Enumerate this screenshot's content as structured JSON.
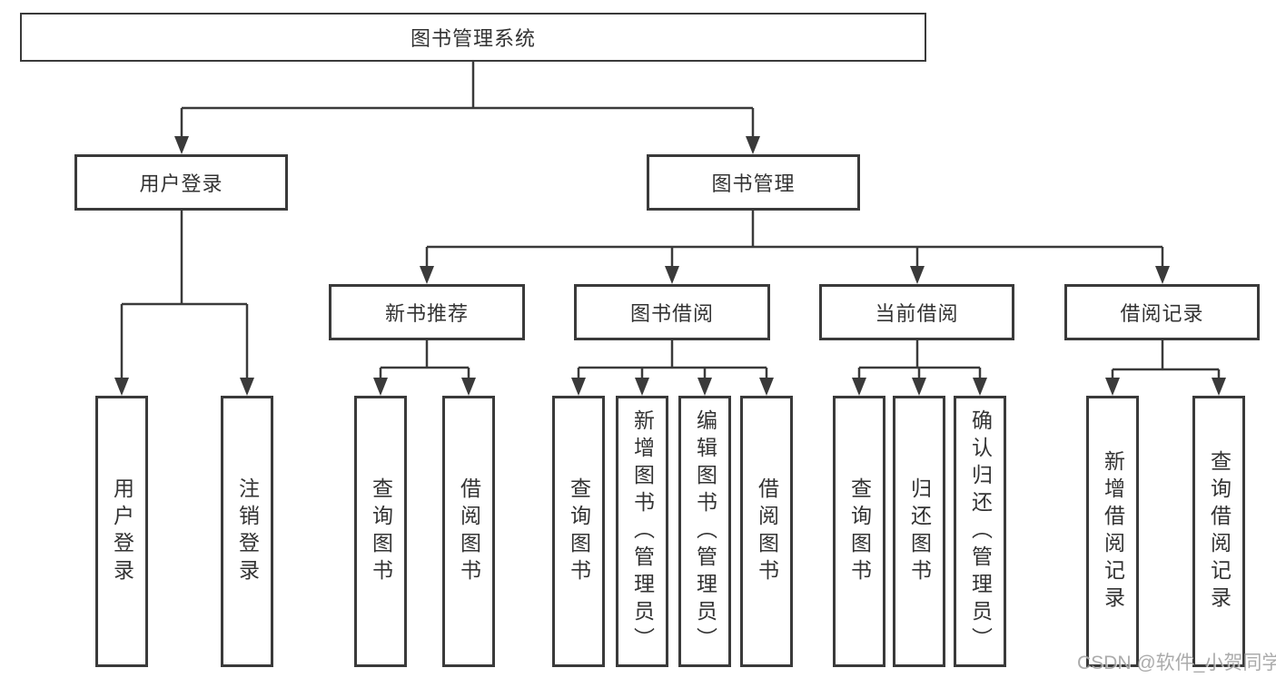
{
  "colors": {
    "line": "#3a3a3a",
    "box_border": "#3a3a3a",
    "text": "#333333",
    "watermark_text": "#969696",
    "background": "#ffffff"
  },
  "tree": {
    "root": "图书管理系统",
    "branches": [
      {
        "label": "用户登录",
        "leaves": [
          "用户登录",
          "注销登录"
        ]
      },
      {
        "label": "图书管理",
        "groups": [
          {
            "label": "新书推荐",
            "leaves": [
              "查询图书",
              "借阅图书"
            ]
          },
          {
            "label": "图书借阅",
            "leaves": [
              "查询图书",
              "新增图书（管理员）",
              "编辑图书（管理员）",
              "借阅图书"
            ]
          },
          {
            "label": "当前借阅",
            "leaves": [
              "查询图书",
              "归还图书",
              "确认归还（管理员）"
            ]
          },
          {
            "label": "借阅记录",
            "leaves": [
              "新增借阅记录",
              "查询借阅记录"
            ]
          }
        ]
      }
    ]
  },
  "watermark": "CSDN @软件_小贺同学"
}
